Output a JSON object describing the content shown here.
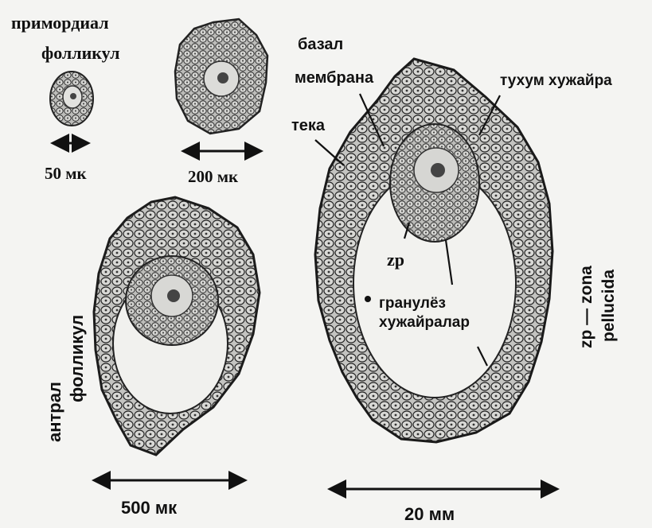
{
  "labels": {
    "primordial_line1": "примордиал",
    "primordial_line2": "фолликул",
    "scale_50": "50 мк",
    "scale_200": "200 мк",
    "antral_line1": "антрал",
    "antral_line2": "фолликул",
    "scale_500": "500 мк",
    "basal_line1": "базал",
    "basal_line2": "мембрана",
    "theca": "тека",
    "egg_cell": "тухум хужайра",
    "zp_short": "zp",
    "granulosa_line1": "гранулёз",
    "granulosa_line2": "хужайралар",
    "zp_line1": "zp — zona",
    "zp_line2": "pellucida",
    "scale_20mm": "20 мм"
  },
  "colors": {
    "ink": "#111111",
    "cell_fill": "#c9c9c6",
    "cell_stroke": "#2a2a2a",
    "background": "#f4f4f2"
  }
}
